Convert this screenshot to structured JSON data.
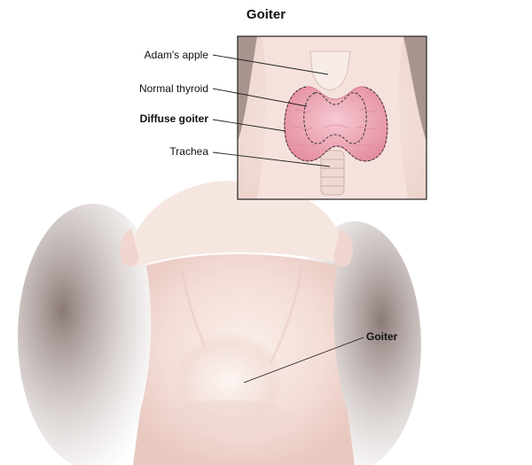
{
  "title": "Goiter",
  "inset_labels": {
    "adams_apple": "Adam's apple",
    "normal_thyroid": "Normal thyroid",
    "diffuse_goiter": "Diffuse goiter",
    "trachea": "Trachea"
  },
  "main_label": "Goiter",
  "colors": {
    "skin": "#f5e3dd",
    "thyroid": "#f0a9b8",
    "hair": "#9c8a86",
    "inset_border": "#222222"
  }
}
